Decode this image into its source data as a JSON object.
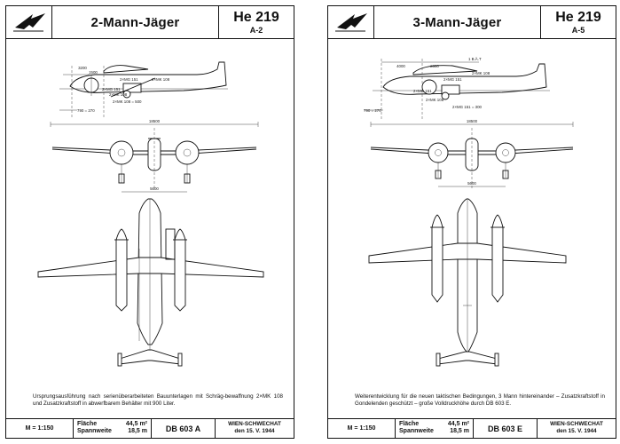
{
  "sheets": [
    {
      "title": "2-Mann-Jäger",
      "type": "He 219",
      "variant": "A-2",
      "caption": "Ursprungsausführung nach serienüberarbeiteten Bauunterlagen mit Schräg-bewaffnung 2×MK 108 und Zusatzkraftstoff in abwerfbarem Behälter mit 900 Liter.",
      "scale": "M = 1:150",
      "flaeche_label": "Fläche",
      "flaeche_value": "44,5 m²",
      "spannweite_label": "Spannweite",
      "spannweite_value": "18,5 m",
      "engine": "DB 603 A",
      "place": "WIEN-SCHWECHAT",
      "date": "den 15. V. 1944",
      "dims": {
        "span": "18500",
        "track": "5600",
        "a": "3200",
        "b": "1500",
        "c": "2×MG 151",
        "d": "2×MK 108",
        "e": "2×MK 108",
        "f": "2×MG 151",
        "g": "2×MK 108 = 500",
        "h": "790 = 270"
      }
    },
    {
      "title": "3-Mann-Jäger",
      "type": "He 219",
      "variant": "A-5",
      "caption": "Weiterentwicklung für die neuen taktischen Bedingungen, 3 Mann hintereinander – Zusatzkraftstoff in Gondelenden geschützt – große Volldruckhöhe durch DB 603 E.",
      "scale": "M = 1:150",
      "flaeche_label": "Fläche",
      "flaeche_value": "44,5 m²",
      "spannweite_label": "Spannweite",
      "spannweite_value": "18,5 m",
      "engine": "DB 603 E",
      "place": "WIEN-SCHWECHAT",
      "date": "den 15. V. 1944",
      "dims": {
        "span": "18500",
        "track": "5600",
        "a": "4000",
        "b": "2300",
        "c": "2×MG 151",
        "d": "2×MK 108",
        "e": "2×MK 108",
        "f": "2×MG 151",
        "g": "2×MG 151 = 300",
        "h": "790 = 270",
        "i": "1 B.Ä.T"
      }
    }
  ]
}
